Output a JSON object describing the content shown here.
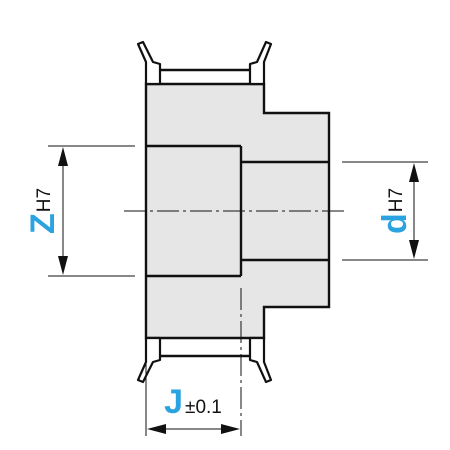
{
  "diagram": {
    "dimensions": [
      {
        "symbol": "Z",
        "tolerance": "H7"
      },
      {
        "symbol": "d",
        "tolerance": "H7"
      },
      {
        "symbol": "J",
        "tolerance": "±0.1"
      }
    ]
  },
  "colors": {
    "dimension_symbol": "#2aa3e0",
    "body_fill": "#e6e6e6",
    "line": "#111111"
  }
}
